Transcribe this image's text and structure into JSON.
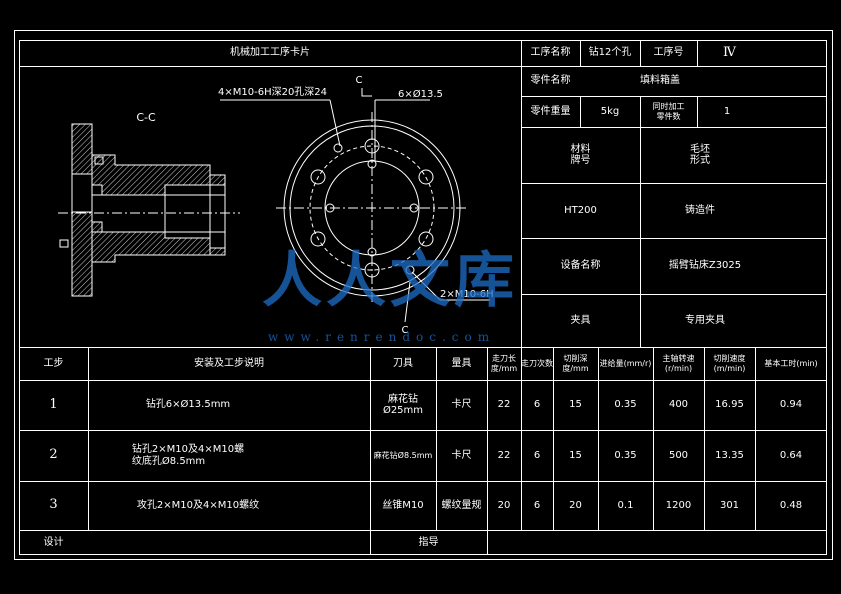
{
  "header": {
    "card_title": "机械加工工序卡片",
    "op_name_label": "工序名称",
    "op_name_value": "钻12个孔",
    "op_no_label": "工序号",
    "op_no_value": "Ⅳ",
    "part_name_label": "零件名称",
    "part_name_value": "填料箱盖",
    "part_weight_label": "零件重量",
    "part_weight_value": "5kg",
    "same_time_label": "同时加工\n零件数",
    "same_time_value": "1",
    "material_label": "材料\n牌号",
    "material_value": "HT200",
    "blank_label": "毛坯\n形式",
    "blank_value": "铸造件",
    "equipment_label": "设备名称",
    "equipment_value": "摇臂钻床Z3025",
    "fixture_label": "夹具",
    "fixture_value": "专用夹具"
  },
  "drawing": {
    "section_label": "C-C",
    "callout_tapped": "4×M10-6H深20孔深24",
    "callout_holes": "6×Ø13.5",
    "callout_tapped2": "2×M10-6H",
    "cut_mark_top": "C",
    "cut_mark_bottom": "C"
  },
  "table": {
    "headers": [
      "工步",
      "安装及工步说明",
      "刀具",
      "量具",
      "走刀长度/mm",
      "走刀次数",
      "切削深度/mm",
      "进给量(mm/r)",
      "主轴转速(r/min)",
      "切削速度(m/min)",
      "基本工时(min)"
    ],
    "rows": [
      [
        "1",
        "钻孔6×Ø13.5mm",
        "麻花钻\nØ25mm",
        "卡尺",
        "22",
        "6",
        "15",
        "0.35",
        "400",
        "16.95",
        "0.94"
      ],
      [
        "2",
        "钻孔2×M10及4×M10螺\n纹底孔Ø8.5mm",
        "麻花钻Ø8.5mm",
        "卡尺",
        "22",
        "6",
        "15",
        "0.35",
        "500",
        "13.35",
        "0.64"
      ],
      [
        "3",
        "攻孔2×M10及4×M10螺纹",
        "丝锥M10",
        "螺纹量规",
        "20",
        "6",
        "20",
        "0.1",
        "1200",
        "301",
        "0.48"
      ]
    ]
  },
  "footer": {
    "design_label": "设计",
    "guide_label": "指导"
  },
  "watermark": {
    "brand": "人人文库",
    "url": "www.renrendoc.com",
    "color": "#1e6ec8"
  }
}
